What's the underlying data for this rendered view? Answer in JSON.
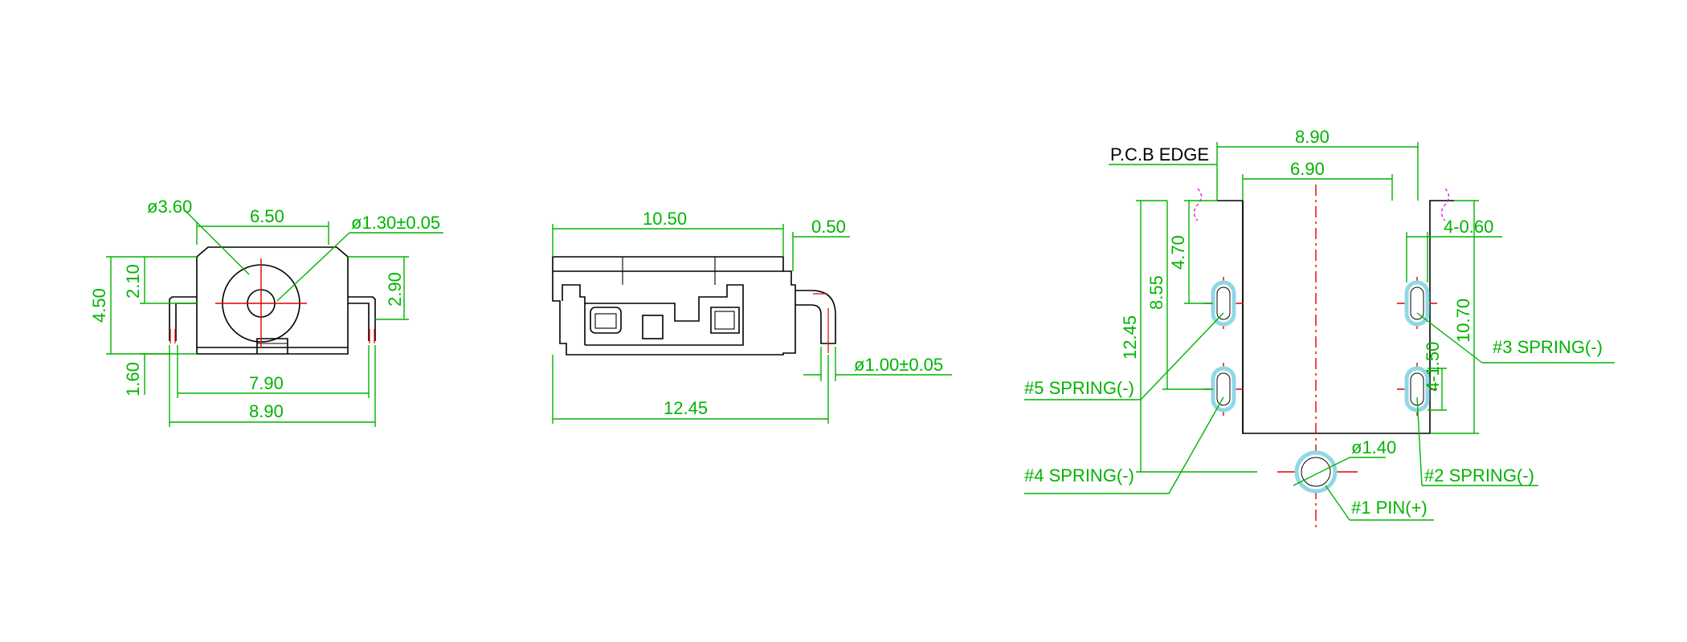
{
  "front_view": {
    "dia_outer": "ø3.60",
    "width_inner": "6.50",
    "dia_pin": "ø1.30±0.05",
    "height_total": "4.50",
    "height_upper": "2.10",
    "height_right": "2.90",
    "height_leg": "1.60",
    "leg_span": "7.90",
    "overall_width": "8.90"
  },
  "side_view": {
    "body_length": "10.50",
    "offset": "0.50",
    "pin_dia": "ø1.00±0.05",
    "overall_length": "12.45"
  },
  "footprint_view": {
    "pcb_edge": "P.C.B EDGE",
    "overall_width": "8.90",
    "inner_width": "6.90",
    "slot_width": "4-0.60",
    "dim_470": "4.70",
    "dim_855": "8.55",
    "dim_1245": "12.45",
    "dim_1070": "10.70",
    "slot_length": "4-1.50",
    "hole_dia": "ø1.40",
    "callout_5": "#5 SPRING(-)",
    "callout_4": "#4 SPRING(-)",
    "callout_3": "#3 SPRING(-)",
    "callout_2": "#2 SPRING(-)",
    "callout_1": "#1 PIN(+)"
  },
  "colors": {
    "dimension": "#00b400",
    "outline": "#000000",
    "centerline": "#e00000",
    "pad_highlight": "#8fd8e6",
    "edge_marker": "#e000e0"
  }
}
